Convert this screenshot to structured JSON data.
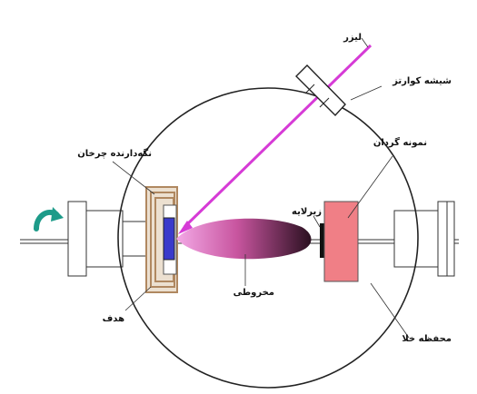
{
  "labels": {
    "laser": "لیزر",
    "quartz_glass": "شیشه کوارتز",
    "rotating_holder": "نگه‌دارنده چرخان",
    "sample_rotator": "نمونه گردان",
    "substrate": "زیرلایه",
    "target": "هدف",
    "cone": "مخروطی",
    "vacuum_chamber": "محفظه خلا"
  },
  "colors": {
    "laser_beam": "#d63bd6",
    "target": "#3a3acb",
    "holder": "#c8a27c",
    "sample_block": "#f07f86",
    "rotation_arrow": "#1d9b89",
    "plume_start": "#f3a9e6",
    "plume_end": "#2a1020"
  },
  "icons": {
    "rotation": "curved-arrow-icon"
  }
}
